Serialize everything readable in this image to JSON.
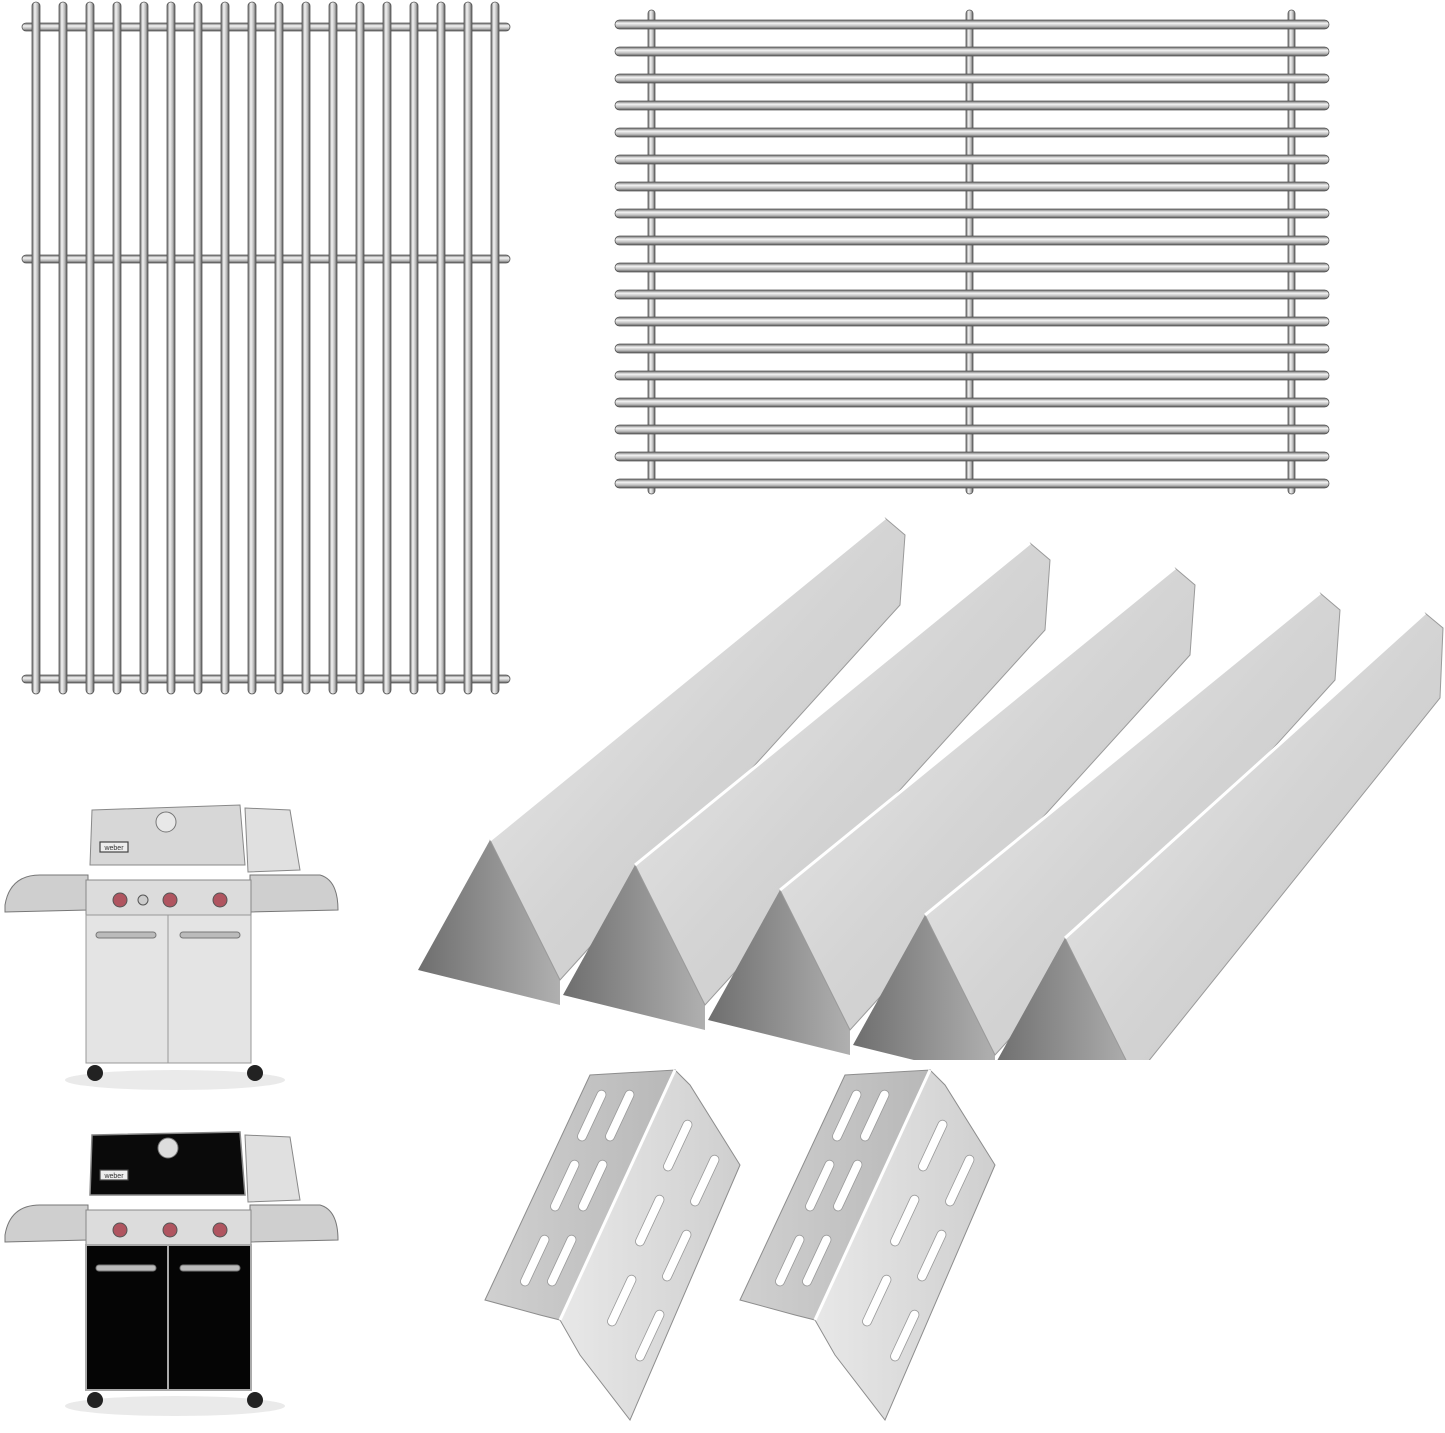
{
  "image": {
    "description": "Product photo of replacement grill parts: two stainless steel cooking grates, five flavorizer bars, two heat deflectors, and two compatible gas grill models",
    "background": "#ffffff"
  },
  "items": [
    {
      "id": "grate-vertical",
      "label": "Stainless steel cooking grate (vertical rods)",
      "rod_count": 18,
      "cross_bars": 3
    },
    {
      "id": "grate-horizontal",
      "label": "Stainless steel cooking grate (horizontal rods)",
      "rod_count": 18,
      "cross_bars": 3
    },
    {
      "id": "flavorizer-bars",
      "label": "Flavorizer bars",
      "count": 5
    },
    {
      "id": "heat-deflectors",
      "label": "Heat deflectors",
      "count": 2
    },
    {
      "id": "grill-stainless",
      "label": "Compatible grill - stainless steel",
      "brand_badge": "weber",
      "knobs": 4
    },
    {
      "id": "grill-black",
      "label": "Compatible grill - black",
      "brand_badge": "weber",
      "knobs": 3
    }
  ],
  "colors": {
    "steel_light": "#e6e6e6",
    "steel_mid": "#c8c8c8",
    "steel_dark": "#8a8a8a",
    "outline": "#555555",
    "grill_black": "#0a0a0a",
    "knob_red": "#b05560"
  }
}
